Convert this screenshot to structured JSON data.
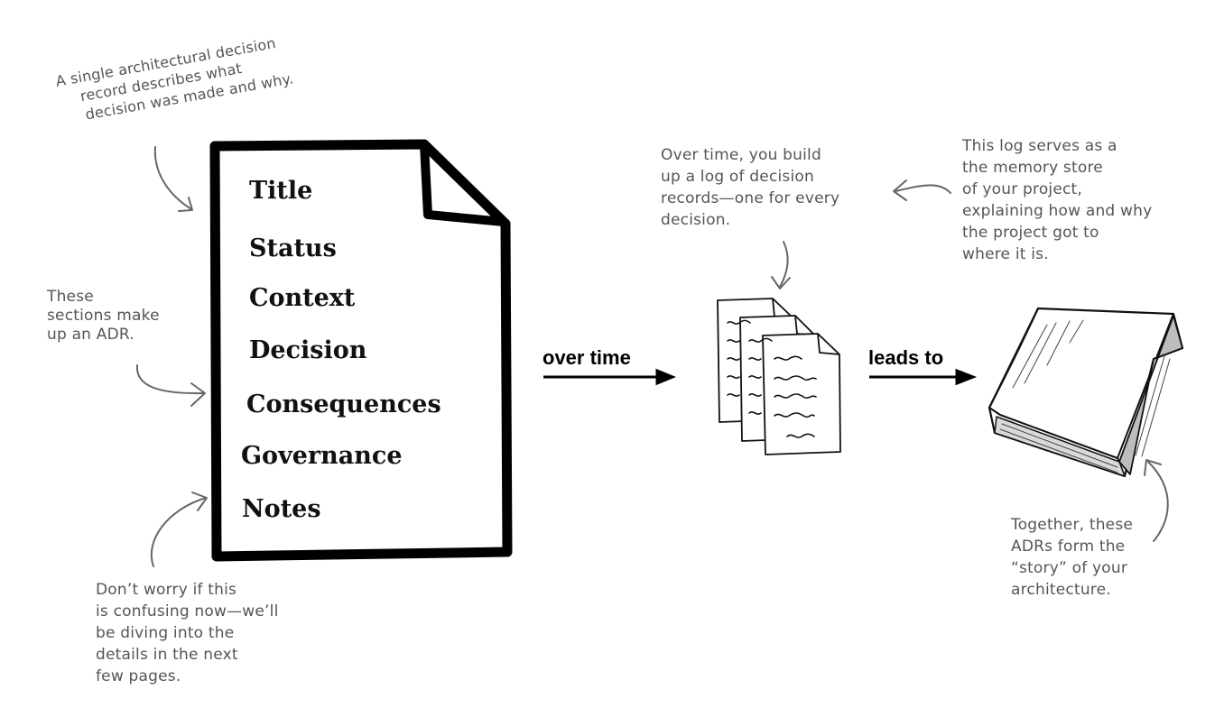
{
  "notes": {
    "adr_description": [
      "A single architectural decision",
      "record describes what",
      "decision was made and why."
    ],
    "sections_note": [
      "These",
      "sections make",
      "up an ADR."
    ],
    "dont_worry": [
      "Don’t worry if this",
      "is confusing now—we’ll",
      "be diving into the",
      "details in the next",
      "few pages."
    ],
    "over_time_note": [
      "Over time, you build",
      "up a log of decision",
      "records—one for every",
      "decision."
    ],
    "memory_note": [
      "This log serves as a",
      "the memory store",
      "of your project,",
      "explaining how and why",
      "the project got to",
      "where it is."
    ],
    "story_note": [
      "Together, these",
      "ADRs form the",
      "“story” of your",
      "architecture."
    ]
  },
  "adr_sections": [
    "Title",
    "Status",
    "Context",
    "Decision",
    "Consequences",
    "Governance",
    "Notes"
  ],
  "arrows": {
    "over_time": "over time",
    "leads_to": "leads to"
  },
  "icons": {
    "document": "adr-document-icon",
    "log": "stacked-records-icon",
    "book": "book-icon"
  }
}
